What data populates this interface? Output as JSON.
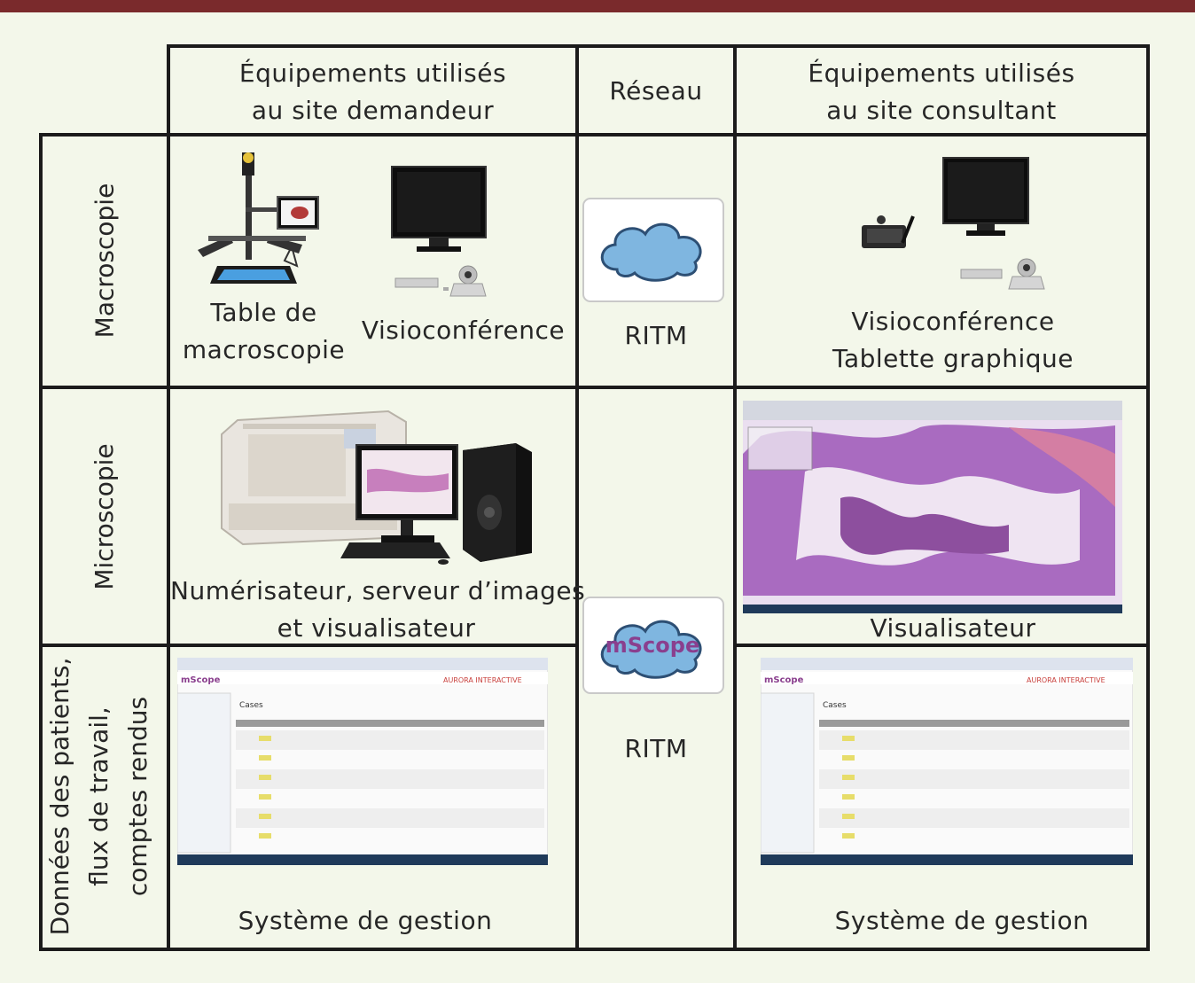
{
  "colors": {
    "top_bar": "#7a2a2c",
    "background": "#f3f7ea",
    "grid": "#1b1b1b",
    "cloud": "#7fb6e0",
    "mscope_purple": "#8a3f8e",
    "he_stain": "#a96bc0"
  },
  "header": {
    "col1": [
      "Équipements utilisés",
      "au site demandeur"
    ],
    "col2": "Réseau",
    "col3": [
      "Équipements utilisés",
      "au site consultant"
    ]
  },
  "rows": {
    "macro": "Macroscopie",
    "micro": "Microscopie",
    "data": [
      "Données des patients,",
      "flux de travail,",
      "comptes rendus"
    ]
  },
  "cells": {
    "macro_requester": {
      "table_label": [
        "Table de",
        "macroscopie"
      ],
      "visio_label": "Visioconférence"
    },
    "macro_network": "RITM",
    "macro_consultant": [
      "Visioconférence",
      "Tablette graphique"
    ],
    "micro_requester": [
      "Numérisateur, serveur d’images",
      "et visualisateur"
    ],
    "micro_consultant": "Visualisateur",
    "data_network": {
      "logo": "mScope",
      "label": "RITM"
    },
    "data_requester": "Système de gestion",
    "data_consultant": "Système de gestion",
    "screenshot": {
      "brand": "mScope",
      "vendor": "AURORA INTERACTIVE",
      "heading": "Cases"
    }
  },
  "icons": [
    "table-macroscopie-icon",
    "monitor-icon",
    "videoconference-camera-icon",
    "keyboard-icon",
    "cloud-network-icon",
    "graphics-tablet-icon",
    "slide-scanner-icon",
    "server-tower-icon",
    "slide-viewer-screenshot",
    "mscope-logo-icon",
    "management-system-screenshot"
  ]
}
